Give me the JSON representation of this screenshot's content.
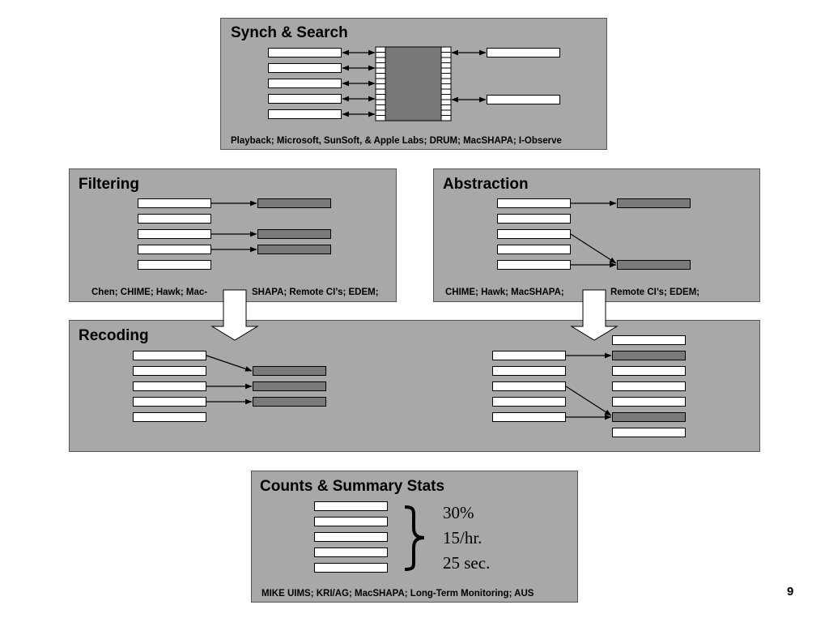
{
  "panels": {
    "synch": {
      "title": "Synch & Search",
      "citation": "Playback; Microsoft, SunSoft, & Apple Labs; DRUM; MacSHAPA; I-Observe"
    },
    "filtering": {
      "title": "Filtering",
      "citation_left": "Chen; CHIME; Hawk; Mac-",
      "citation_right": "SHAPA; Remote CI’s; EDEM;"
    },
    "abstraction": {
      "title": "Abstraction",
      "citation_left": "CHIME; Hawk; MacSHAPA;",
      "citation_right": "Remote CI’s; EDEM;"
    },
    "recoding": {
      "title": "Recoding"
    },
    "counts": {
      "title": "Counts & Summary Stats",
      "stats": [
        "30%",
        "15/hr.",
        "25 sec."
      ],
      "citation": "MIKE UIMS; KRI/AG; MacSHAPA; Long-Term Monitoring; AUS"
    }
  },
  "page_number": "9",
  "colors": {
    "panel_bg": "#a8a8a8",
    "record_light": "#ffffff",
    "record_dark": "#7a7a7a"
  }
}
